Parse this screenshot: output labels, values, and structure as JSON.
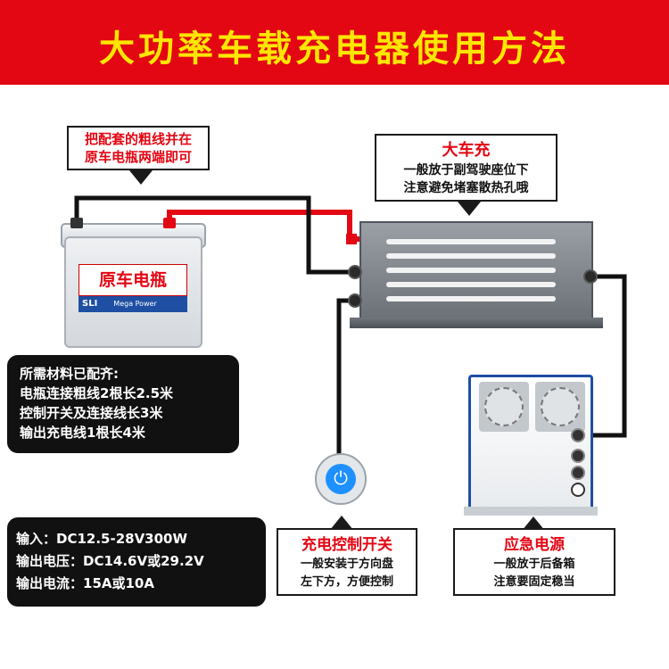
{
  "header": {
    "title": "大功率车载充电器使用方法",
    "bg_color": "#e30613",
    "text_color": "#ffe600"
  },
  "callout_battery_wire": {
    "line1": "把配套的粗线并在",
    "line2": "原车电瓶两端即可"
  },
  "callout_charger": {
    "title": "大车充",
    "line1": "一般放于副驾驶座位下",
    "line2": "注意避免堵塞散热孔哦"
  },
  "battery": {
    "label": "原车电瓶",
    "brand": "SLI",
    "small_text": "Mega Power"
  },
  "materials_box": {
    "title": "所需材料已配齐:",
    "items": [
      "电瓶连接粗线2根长2.5米",
      "控制开关及连接线长3米",
      "输出充电线1根长4米"
    ]
  },
  "specs_box": {
    "input": "输入：DC12.5-28V300W",
    "output_voltage": "输出电压：DC14.6V或29.2V",
    "output_current": "输出电流：15A或10A"
  },
  "callout_switch": {
    "title": "充电控制开关",
    "line1": "一般安装于方向盘",
    "line2": "左下方，方便控制"
  },
  "callout_supply": {
    "title": "应急电源",
    "line1": "一般放于后备箱",
    "line2": "注意要固定稳当"
  },
  "icons": {
    "switch": "power-icon"
  },
  "colors": {
    "wire_red": "#e30613",
    "wire_black": "#111111",
    "switch_blue": "#1e90ff"
  }
}
